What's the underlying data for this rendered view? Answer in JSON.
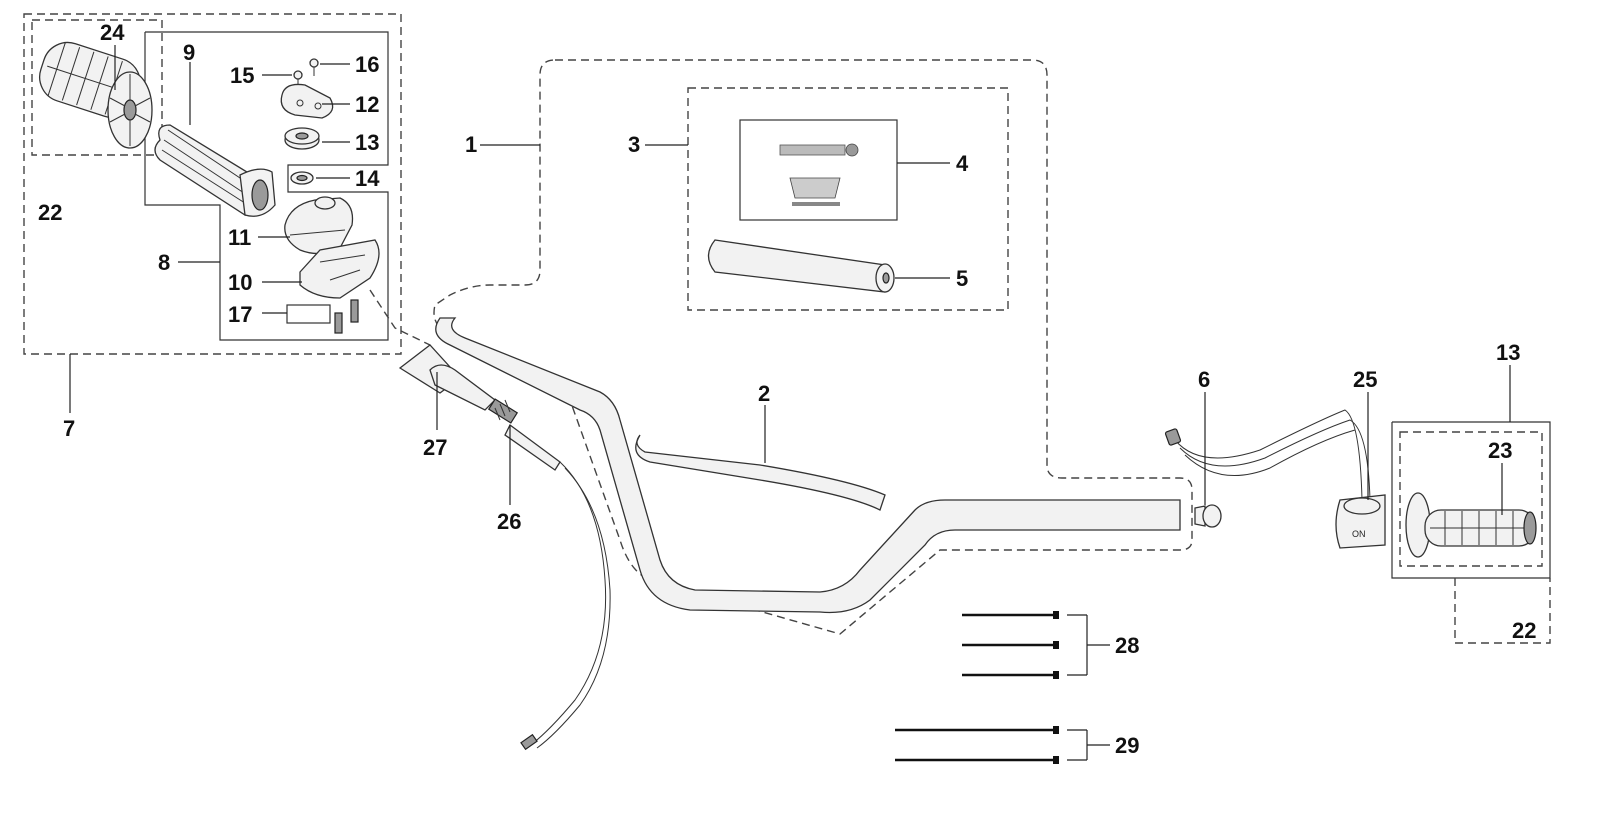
{
  "colors": {
    "background": "#ffffff",
    "line": "#333333",
    "text": "#111111"
  },
  "callouts": [
    {
      "key": "c24",
      "text": "24"
    },
    {
      "key": "c9",
      "text": "9"
    },
    {
      "key": "c15",
      "text": "15"
    },
    {
      "key": "c16",
      "text": "16"
    },
    {
      "key": "c12",
      "text": "12"
    },
    {
      "key": "c13a",
      "text": "13"
    },
    {
      "key": "c14",
      "text": "14"
    },
    {
      "key": "c22a",
      "text": "22"
    },
    {
      "key": "c11",
      "text": "11"
    },
    {
      "key": "c8",
      "text": "8"
    },
    {
      "key": "c10",
      "text": "10"
    },
    {
      "key": "c17",
      "text": "17"
    },
    {
      "key": "c7",
      "text": "7"
    },
    {
      "key": "c1",
      "text": "1"
    },
    {
      "key": "c3",
      "text": "3"
    },
    {
      "key": "c4",
      "text": "4"
    },
    {
      "key": "c5",
      "text": "5"
    },
    {
      "key": "c2",
      "text": "2"
    },
    {
      "key": "c27",
      "text": "27"
    },
    {
      "key": "c26",
      "text": "26"
    },
    {
      "key": "c6",
      "text": "6"
    },
    {
      "key": "c25",
      "text": "25"
    },
    {
      "key": "c13b",
      "text": "13"
    },
    {
      "key": "c23",
      "text": "23"
    },
    {
      "key": "c22b",
      "text": "22"
    },
    {
      "key": "c28",
      "text": "28"
    },
    {
      "key": "c29",
      "text": "29"
    }
  ],
  "switch_label": "ON"
}
